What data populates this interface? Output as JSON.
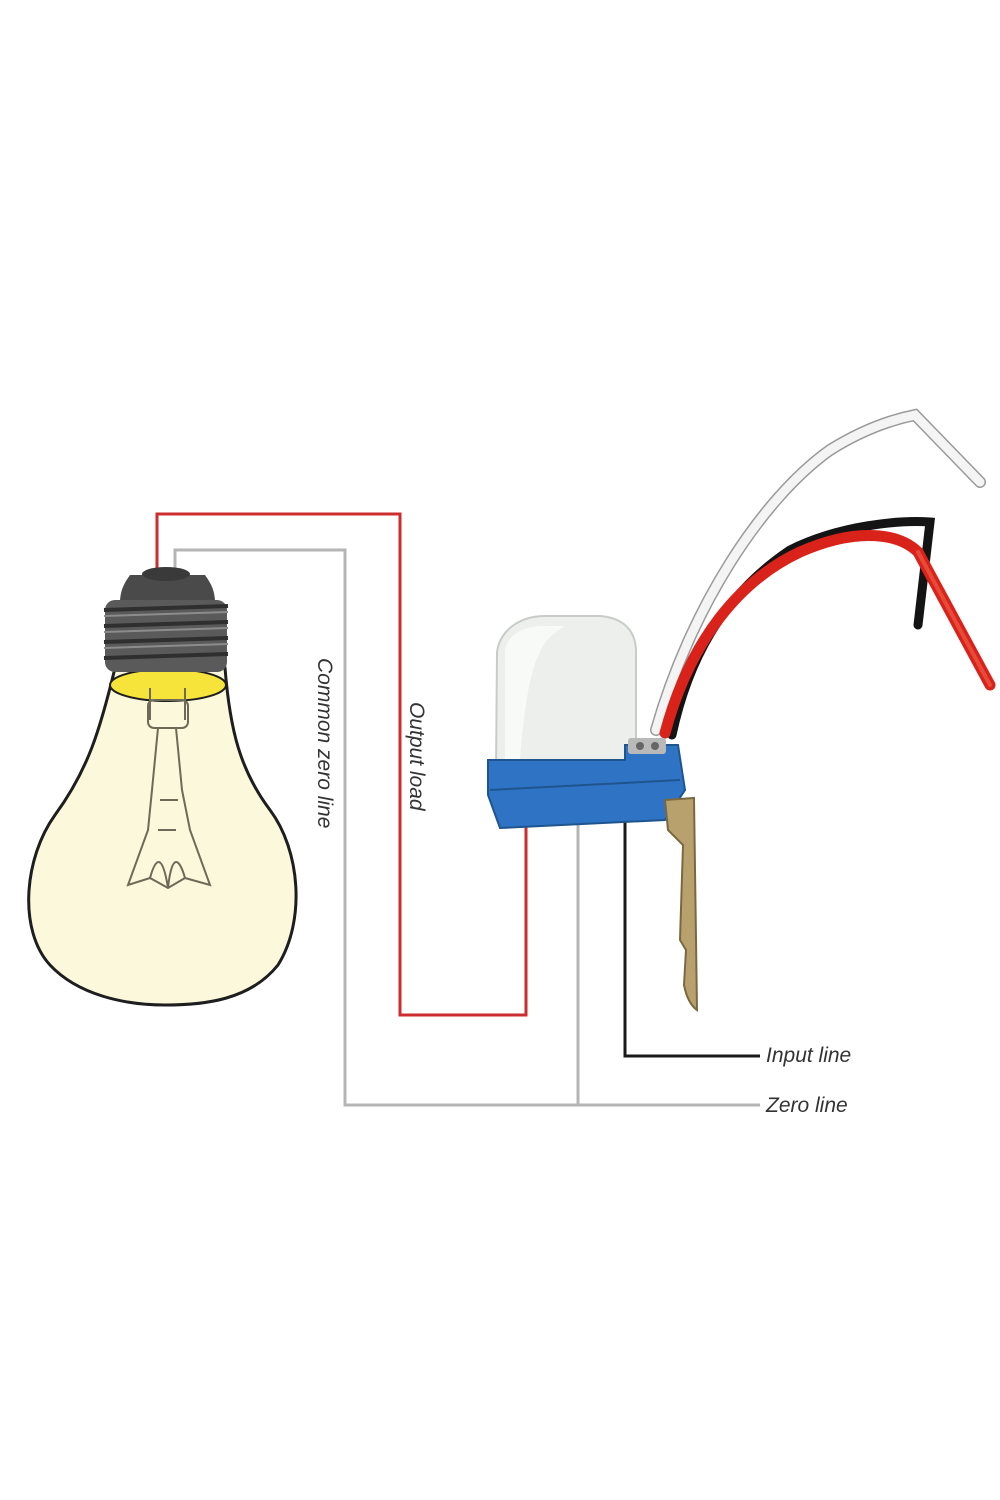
{
  "labels": {
    "common_zero_line": "Common zero line",
    "output_load": "Output load",
    "input_line": "Input line",
    "zero_line": "Zero line"
  },
  "colors": {
    "background": "#ffffff",
    "output_load_wire": "#cc2e2e",
    "zero_wire": "#b5b5b5",
    "input_wire": "#1a1a1a",
    "bulb_glass": "#fbf8dc",
    "bulb_glow": "#f7e43a",
    "bulb_base": "#5a5a5a",
    "sensor_cap": "#ecefec",
    "sensor_housing": "#2f74c4",
    "lead_white": "#f4f4f4",
    "lead_red": "#d9221a",
    "lead_black": "#141414",
    "bracket": "#b8a16c"
  },
  "icons": [
    "light-bulb-icon",
    "photocell-sensor-icon"
  ]
}
